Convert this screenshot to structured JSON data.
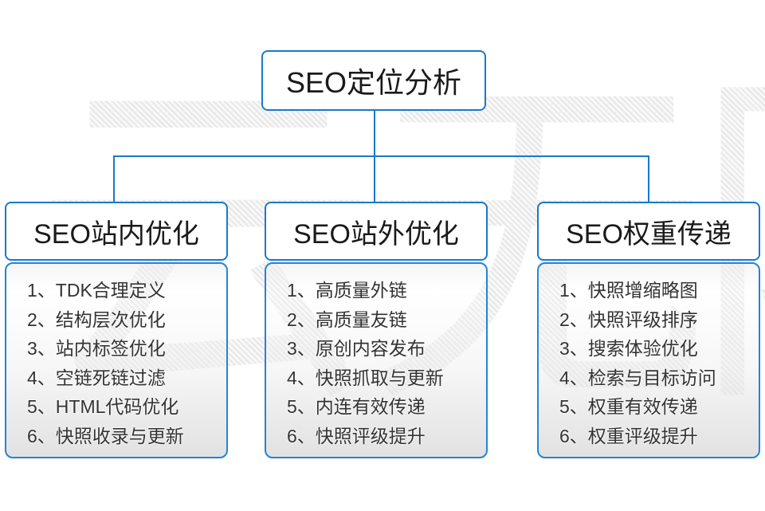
{
  "watermark": {
    "text": "云无限"
  },
  "root": {
    "title": "SEO定位分析"
  },
  "columns": [
    {
      "title": "SEO站内优化",
      "items": [
        "1、TDK合理定义",
        "2、结构层次优化",
        "3、站内标签优化",
        "4、空链死链过滤",
        "5、HTML代码优化",
        "6、快照收录与更新"
      ]
    },
    {
      "title": "SEO站外优化",
      "items": [
        "1、高质量外链",
        "2、高质量友链",
        "3、原创内容发布",
        "4、快照抓取与更新",
        "5、内连有效传递",
        "6、快照评级提升"
      ]
    },
    {
      "title": "SEO权重传递",
      "items": [
        "1、快照增缩略图",
        "2、快照评级排序",
        "3、搜索体验优化",
        "4、检索与目标访问",
        "5、权重有效传递",
        "6、权重评级提升"
      ]
    }
  ],
  "colors": {
    "accent_blue": "#1879cc",
    "panel_border_blue": "#2285d6",
    "panel_gray_bottom": "#dbdbdb",
    "watermark_gray": "#ededed",
    "title_text": "#1a1a1a",
    "item_text": "#333333",
    "background": "#ffffff"
  }
}
